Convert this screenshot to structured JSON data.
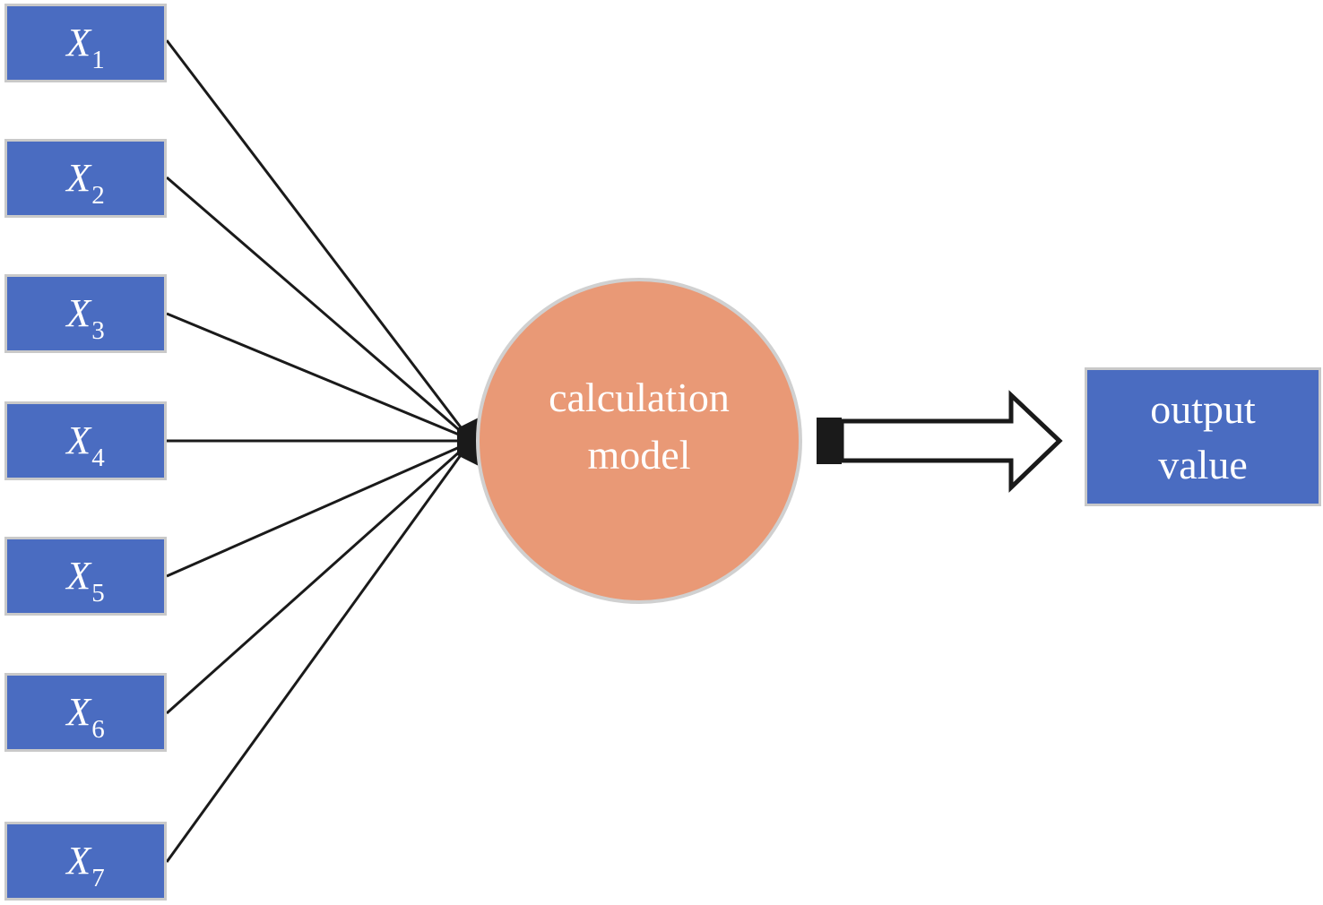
{
  "inputs": [
    {
      "letter": "X",
      "sub": "1"
    },
    {
      "letter": "X",
      "sub": "2"
    },
    {
      "letter": "X",
      "sub": "3"
    },
    {
      "letter": "X",
      "sub": "4"
    },
    {
      "letter": "X",
      "sub": "5"
    },
    {
      "letter": "X",
      "sub": "6"
    },
    {
      "letter": "X",
      "sub": "7"
    }
  ],
  "model": {
    "line1": "calculation",
    "line2": "model"
  },
  "output": {
    "line1": "output",
    "line2": "value"
  },
  "colors": {
    "box_fill": "#4a6cc1",
    "box_border": "#c9c9c9",
    "circle_fill": "#e99976",
    "circle_border": "#d0d0d0",
    "connector": "#1a1a1a",
    "text": "#ffffff"
  }
}
